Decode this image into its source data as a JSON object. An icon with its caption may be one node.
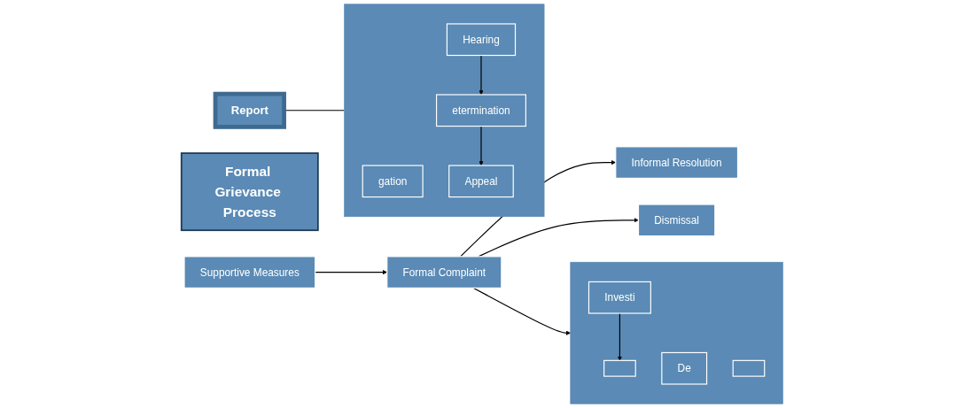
{
  "diagram": {
    "nodes": [
      {
        "text": [
          "Report"
        ]
      },
      {
        "text": [],
        "shape": "box"
      },
      {
        "text": [
          "gation"
        ],
        "in": 1
      },
      {
        "text": [
          "Hearing"
        ],
        "in": 1
      },
      {
        "text": [
          "etermination"
        ],
        "in": 1
      },
      {
        "text": [
          "Appeal"
        ],
        "in": 1
      },
      {
        "text": [
          "Formal Grievance Process"
        ]
      },
      {
        "text": [
          "Informal Resolution"
        ]
      },
      {
        "text": [
          "Supportive Measures"
        ]
      },
      {
        "text": [
          "Formal Complaint"
        ]
      },
      {
        "text": [
          "Dismissal"
        ]
      },
      {
        "text": [],
        "shape": "box"
      },
      {
        "text": [
          "Investi"
        ],
        "in": 11
      },
      {
        "text": [],
        "shape": "box",
        "in": 11
      },
      {
        "text": [
          "De"
        ],
        "in": 11
      },
      {
        "text": [],
        "shape": "box",
        "in": 11
      }
    ],
    "edges": [
      {
        "from": 0,
        "to": 1,
        "arrow": "none"
      },
      {
        "from": 3,
        "to": 4,
        "arrow": "to"
      },
      {
        "from": 4,
        "to": 5,
        "arrow": "to"
      },
      {
        "from": 8,
        "to": 9,
        "arrow": "to"
      },
      {
        "from": 9,
        "to": 7,
        "arrow": "to"
      },
      {
        "from": 9,
        "to": 11,
        "arrow": "to"
      },
      {
        "from": 9,
        "to": 10,
        "arrow": "to"
      },
      {
        "from": 12,
        "to": 13,
        "arrow": "to"
      }
    ]
  }
}
